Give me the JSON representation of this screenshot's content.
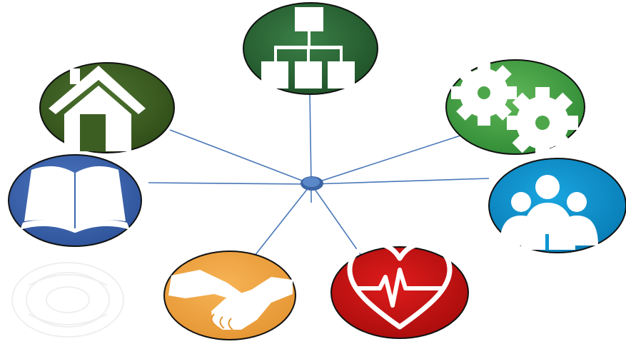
{
  "diagram": {
    "center": {
      "icon": "hub-dot-icon",
      "color": "#4a78b8"
    },
    "connector_color": "#4a78b8",
    "nodes": [
      {
        "id": "org-chart",
        "icon": "org-chart-icon",
        "color": "#2e6a3a"
      },
      {
        "id": "gears",
        "icon": "gears-icon",
        "color": "#4ea64a"
      },
      {
        "id": "people",
        "icon": "people-icon",
        "color": "#0e96d2"
      },
      {
        "id": "heart",
        "icon": "heartbeat-icon",
        "color": "#cc1414"
      },
      {
        "id": "handshake",
        "icon": "handshake-icon",
        "color": "#f2a443"
      },
      {
        "id": "book",
        "icon": "book-icon",
        "color": "#3e66ae"
      },
      {
        "id": "home",
        "icon": "home-icon",
        "color": "#3d5e23"
      }
    ],
    "watermark": {
      "icon": "faded-seal-icon"
    }
  }
}
